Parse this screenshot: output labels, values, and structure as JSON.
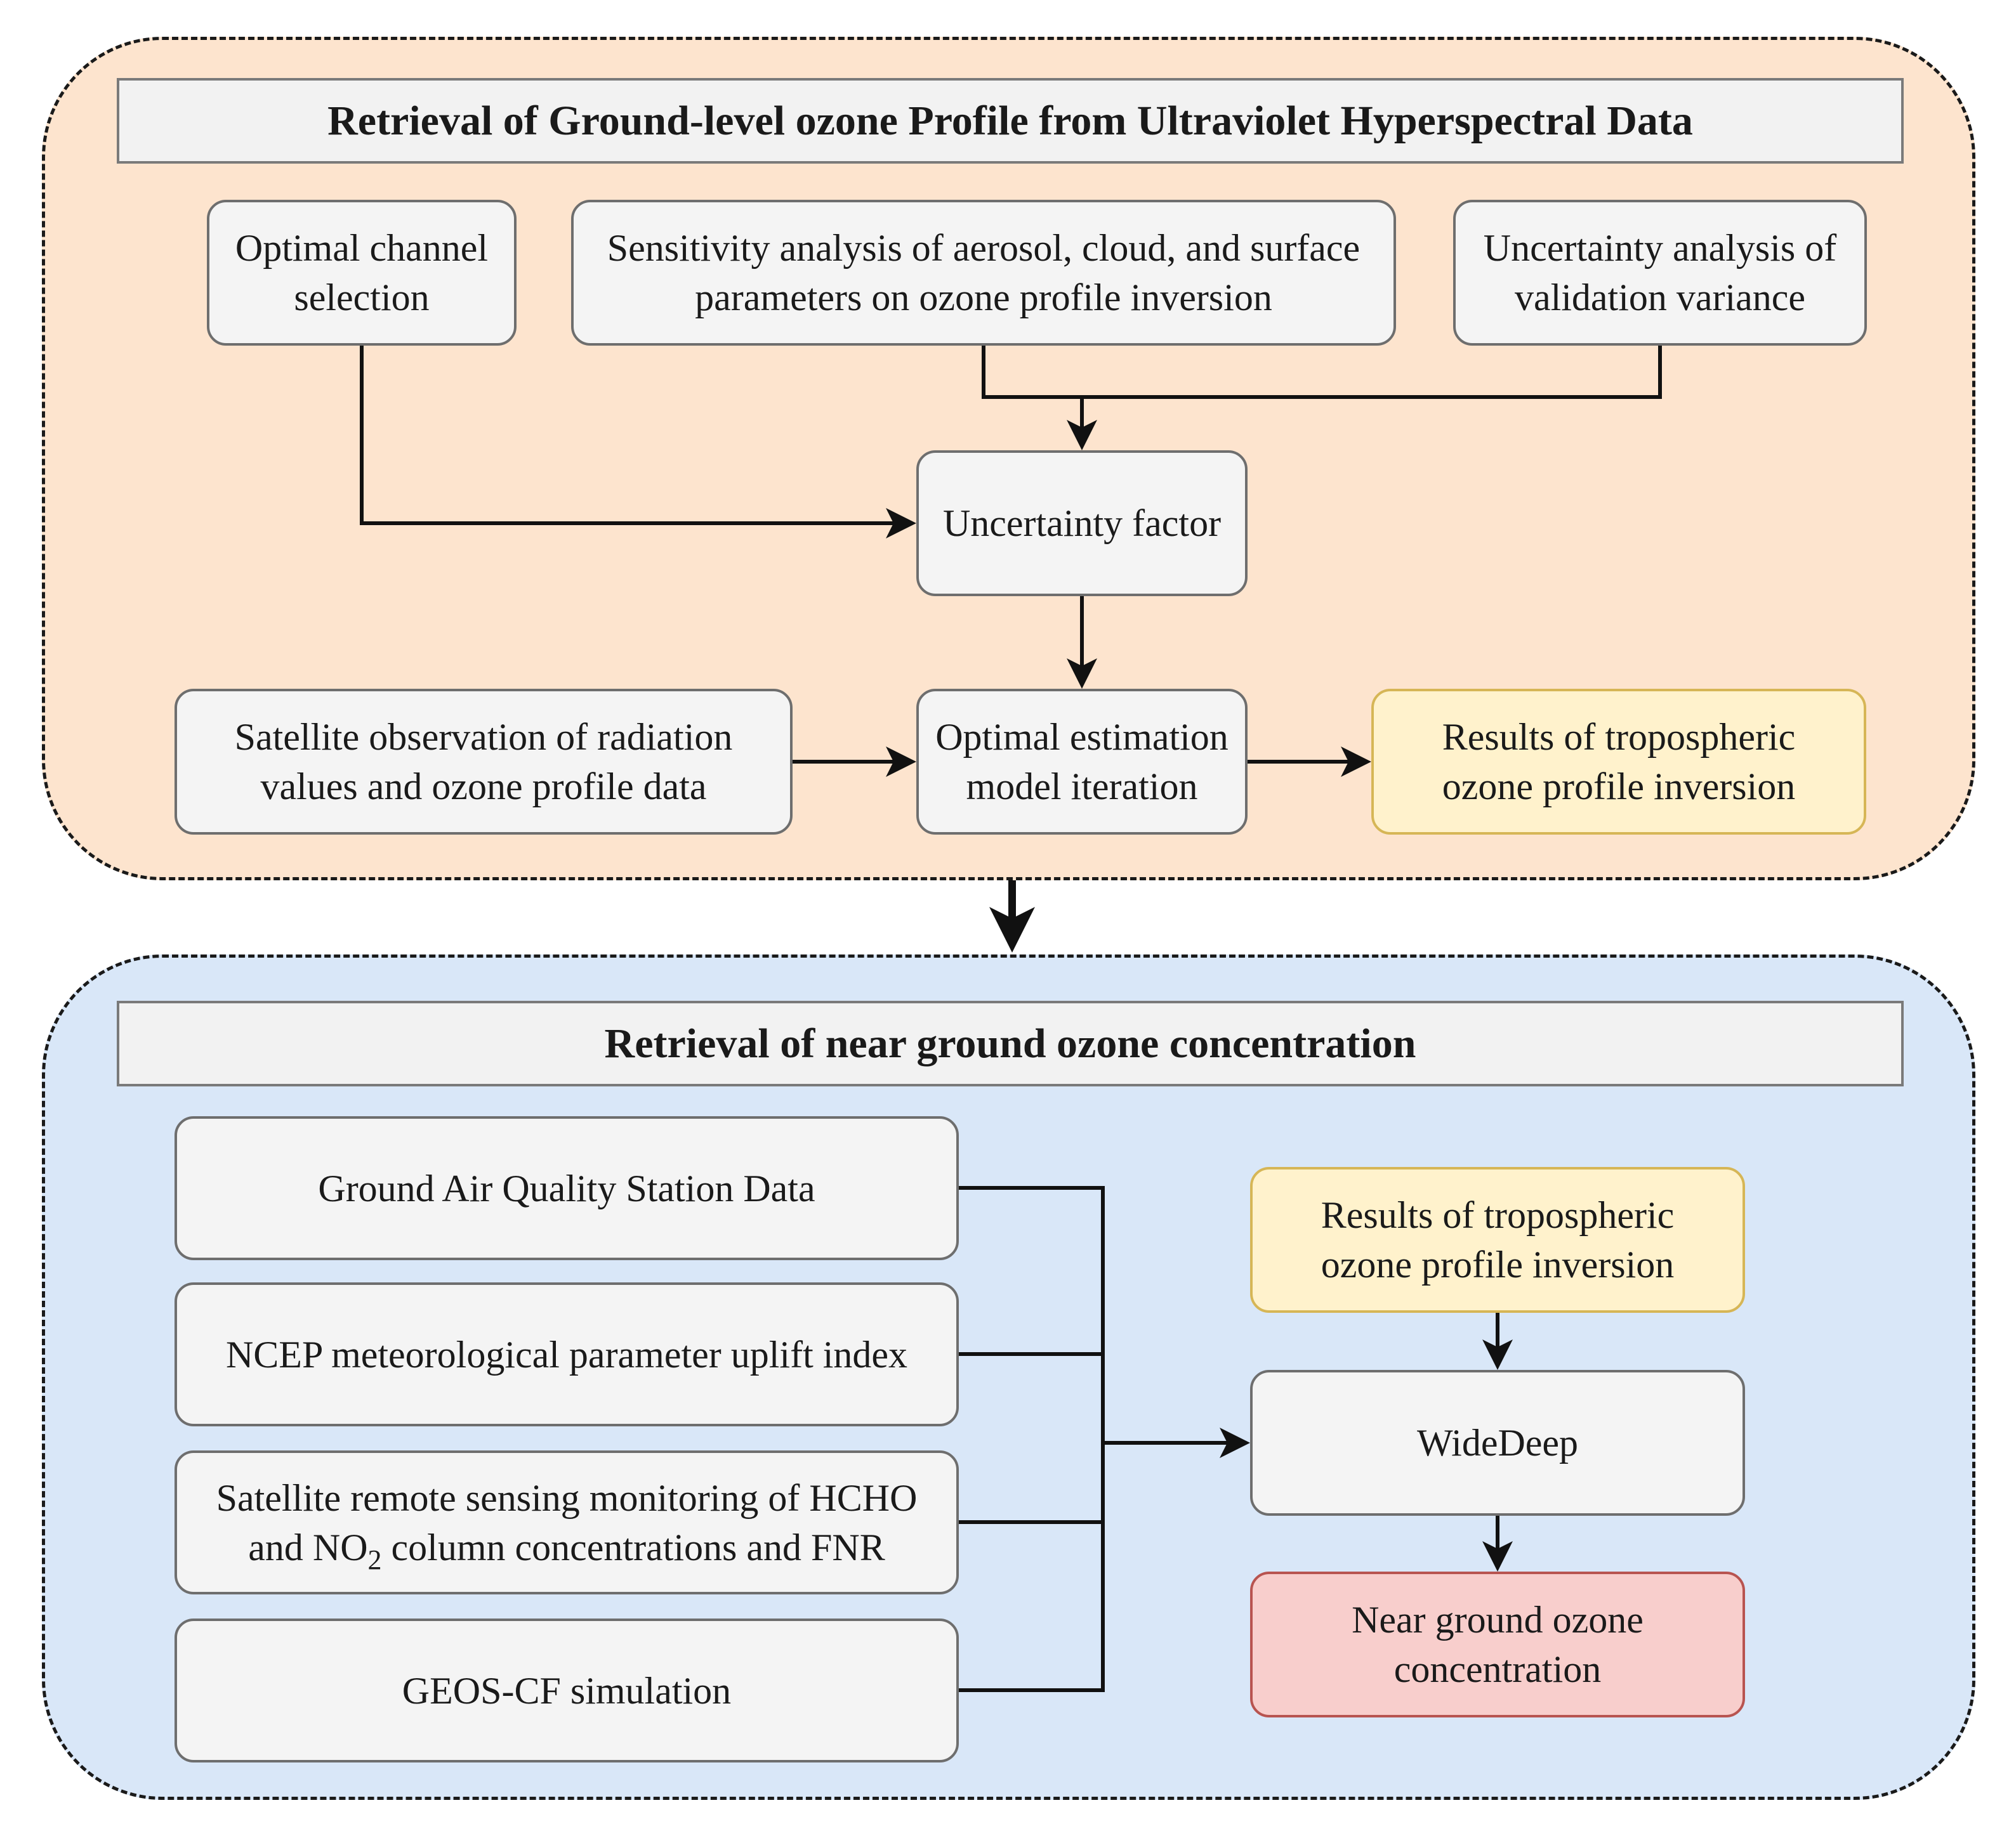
{
  "top_panel": {
    "title": "Retrieval of Ground-level ozone Profile from Ultraviolet Hyperspectral Data",
    "nodes": {
      "optimal_channel": "Optimal channel selection",
      "sensitivity": "Sensitivity analysis of aerosol, cloud, and surface parameters on ozone profile inversion",
      "uncertainty_analysis": "Uncertainty analysis of validation variance",
      "uncertainty_factor": "Uncertainty factor",
      "satellite_observation": "Satellite observation of radiation values and ozone profile data",
      "optimal_estimation": "Optimal estimation model iteration",
      "tropospheric_results": "Results of tropospheric ozone profile inversion"
    }
  },
  "bottom_panel": {
    "title": "Retrieval of near ground ozone concentration",
    "nodes": {
      "ground_station": "Ground Air Quality Station Data",
      "ncep": "NCEP meteorological parameter uplift index",
      "satellite_remote_line1": "Satellite remote sensing monitoring of HCHO",
      "satellite_remote_line2_a": "and NO",
      "satellite_remote_line2_sub": "2",
      "satellite_remote_line2_b": " column concentrations and FNR",
      "geos_cf": "GEOS-CF simulation",
      "tropospheric_results": "Results of tropospheric ozone profile inversion",
      "widedeep": "WideDeep",
      "near_ground": "Near ground ozone concentration"
    }
  },
  "colors": {
    "top_panel_fill": "#fde4ce",
    "bottom_panel_fill": "#d9e7f8",
    "result_fill": "#fff2cc",
    "output_fill": "#f8cecc",
    "node_fill": "#f4f4f4"
  }
}
